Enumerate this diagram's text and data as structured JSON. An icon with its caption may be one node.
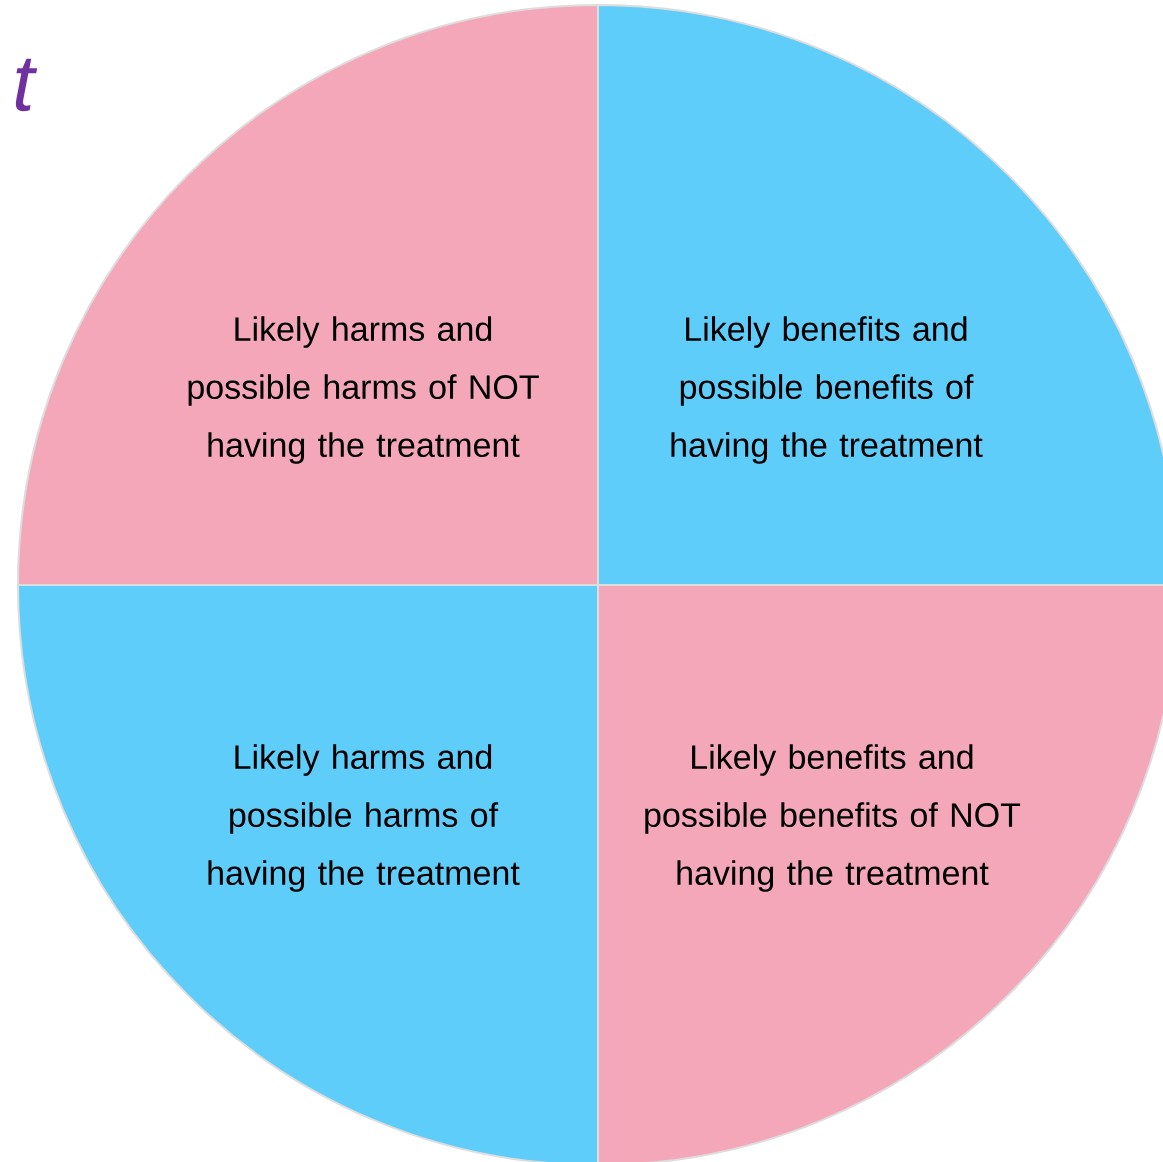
{
  "diagram": {
    "nodes": [
      {
        "text": [
          "Likely harms and possible harms of NOT having the treatment"
        ]
      },
      {
        "text": [
          "Likely benefits and possible benefits of having the treatment"
        ]
      },
      {
        "text": [
          "Likely harms and possible harms of having the treatment"
        ]
      },
      {
        "text": [
          "Likely benefits and possible benefits of NOT having the treatment"
        ]
      }
    ],
    "labels": [
      "t"
    ]
  }
}
